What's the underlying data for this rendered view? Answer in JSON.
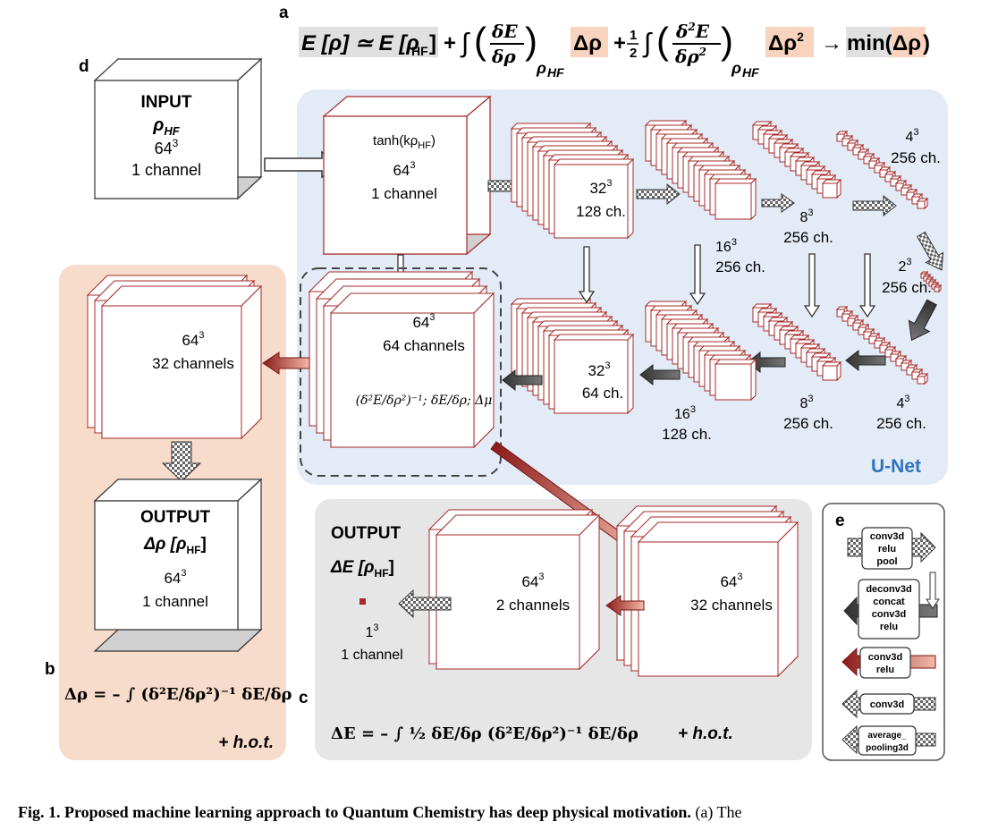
{
  "panel_letters": {
    "a": "a",
    "b": "b",
    "c": "c",
    "d": "d",
    "e": "e"
  },
  "equation_a": {
    "lhs": "E [ρ] ≃ E [ρ",
    "lhs_sub": "HF",
    "plus1": "+",
    "integral": "∫",
    "dE": "δE",
    "drho": "δρ",
    "sub_rho_hf": "ρ",
    "sub_hf": "HF",
    "delta_rho": "Δρ",
    "plus2": "+",
    "half_num": "1",
    "half_den": "2",
    "d2E": "δ",
    "d2E_exp": "2",
    "d2E_E": "E",
    "drho2": "δρ",
    "drho2_exp": "2",
    "delta_rho2": "Δρ",
    "delta_rho2_exp": "2",
    "arrow": "→",
    "min": "min(",
    "min_arg": "Δρ",
    "min_close": ")"
  },
  "input_box": {
    "title": "INPUT",
    "symbol": "ρ",
    "symbol_sub": "HF",
    "dims": "64",
    "exp": "3",
    "channels": "1 channel"
  },
  "unet": {
    "label": "U-Net",
    "first": {
      "fn": "tanh(kρ",
      "fn_sub": "HF",
      "fn_close": ")",
      "dims": "64",
      "exp": "3",
      "channels": "1 channel"
    },
    "enc1": {
      "dims": "32",
      "exp": "3",
      "channels": "128 ch."
    },
    "enc2": {
      "dims": "16",
      "exp": "3",
      "channels": "256 ch."
    },
    "enc3": {
      "dims": "8",
      "exp": "3",
      "channels": "256 ch."
    },
    "enc4": {
      "dims": "4",
      "exp": "3",
      "channels": "256 ch."
    },
    "bottom": {
      "dims": "2",
      "exp": "3",
      "channels": "256 ch."
    },
    "dec4": {
      "dims": "4",
      "exp": "3",
      "channels": "256 ch."
    },
    "dec3": {
      "dims": "8",
      "exp": "3",
      "channels": "256 ch."
    },
    "dec2": {
      "dims": "16",
      "exp": "3",
      "channels": "128 ch."
    },
    "dec1": {
      "dims": "32",
      "exp": "3",
      "channels": "64 ch."
    },
    "final": {
      "dims": "64",
      "exp": "3",
      "channels": "64 channels",
      "derivs": "(δ²E/δρ²)⁻¹; δE/δρ; Δμ"
    }
  },
  "panel_b": {
    "block": {
      "dims": "64",
      "exp": "3",
      "channels": "32 channels"
    },
    "output": {
      "title": "OUTPUT",
      "symbol": "Δρ [ρ",
      "symbol_sub": "HF",
      "symbol_close": "]",
      "dims": "64",
      "exp": "3",
      "channels": "1 channel"
    },
    "eq": "Δρ = – ∫ (δ²E/δρ²)⁻¹ δE/δρ",
    "hot": "+ h.o.t."
  },
  "panel_c": {
    "title": "OUTPUT",
    "symbol": "ΔE [ρ",
    "symbol_sub": "HF",
    "symbol_close": "]",
    "scalar": {
      "dims": "1",
      "exp": "3",
      "channels": "1 channel"
    },
    "block2": {
      "dims": "64",
      "exp": "3",
      "channels": "2 channels"
    },
    "block32": {
      "dims": "64",
      "exp": "3",
      "channels": "32 channels"
    },
    "eq": "ΔE = – ∫ ½ δE/δρ (δ²E/δρ²)⁻¹ δE/δρ",
    "hot": "+ h.o.t."
  },
  "legend_e": {
    "items": [
      {
        "lines": [
          "conv3d",
          "relu",
          "pool"
        ]
      },
      {
        "lines": [
          "deconv3d",
          "concat",
          "conv3d",
          "relu"
        ]
      },
      {
        "lines": [
          "conv3d",
          "relu"
        ]
      },
      {
        "lines": [
          "conv3d"
        ]
      },
      {
        "lines": [
          "average_",
          "pooling3d"
        ]
      }
    ]
  },
  "caption": {
    "bold": "Fig. 1. Proposed machine learning approach to Quantum Chemistry has deep physical motivation.",
    "normal": " (a) The"
  },
  "colors": {
    "unet_bg": "#e3ebf6",
    "panel_b_bg": "#f8dccb",
    "panel_c_bg": "#e8e8e8",
    "cube_edge": "#a52a2a",
    "highlight_orange": "#f8d3bd",
    "highlight_gray": "#e0e0e0",
    "unet_label": "#2e74c0"
  }
}
